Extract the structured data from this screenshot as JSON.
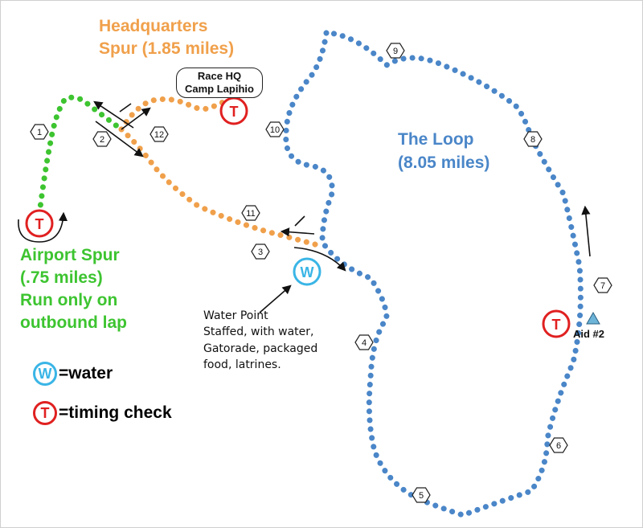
{
  "colors": {
    "airport": "#3dc430",
    "hq": "#f0a04b",
    "loop": "#4a86c8",
    "timing": "#e02020",
    "water": "#3ab5e6",
    "aid": "#6cb4d8"
  },
  "labels": {
    "hq_spur": [
      "Headquarters",
      "Spur (1.85 miles)"
    ],
    "loop": [
      "The Loop",
      "(8.05 miles)"
    ],
    "airport": [
      "Airport Spur",
      "(.75 miles)",
      "Run only on",
      "outbound lap"
    ],
    "race_hq": [
      "Race HQ",
      "Camp Lapihio"
    ],
    "water_note": [
      "Water Point",
      "Staffed, with water,",
      "Gatorade, packaged",
      "food, latrines."
    ],
    "aid": "Aid #2"
  },
  "markers": {
    "timing": "T",
    "water": "W"
  },
  "legend": {
    "water": "=water",
    "timing": "=timing check"
  },
  "waypoints": [
    "1",
    "2",
    "3",
    "4",
    "5",
    "6",
    "7",
    "8",
    "9",
    "10",
    "11",
    "12"
  ]
}
